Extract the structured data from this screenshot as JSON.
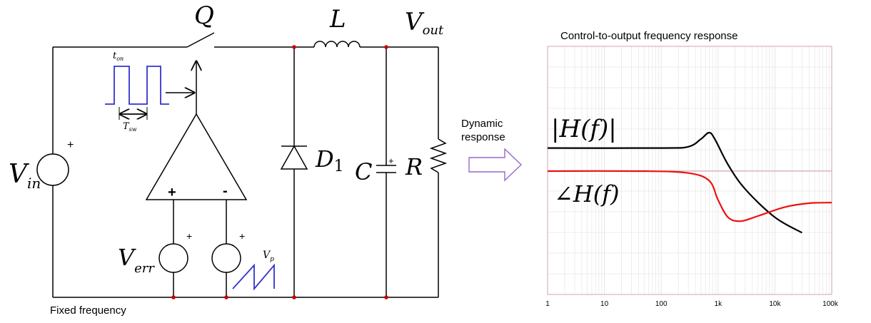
{
  "circuit": {
    "switch_label": "Q",
    "inductor_label": "L",
    "output_label": "V",
    "output_sub": "out",
    "input_label": "V",
    "input_sub": "in",
    "diode_label": "D",
    "diode_sub": "1",
    "capacitor_label": "C",
    "resistor_label": "R",
    "err_label": "V",
    "err_sub": "err",
    "ramp_label": "V",
    "ramp_sub": "p",
    "ton_label": "t",
    "ton_sub": "on",
    "tsw_label": "T",
    "tsw_sub": "sw",
    "plus": "+",
    "amp_plus": "+",
    "amp_minus": "-",
    "footer": "Fixed frequency"
  },
  "arrow": {
    "label_line1": "Dynamic",
    "label_line2": "response"
  },
  "colors": {
    "pulse": "#3333cc",
    "node": "#cc0000",
    "arrow": "#9966cc",
    "phase": "#ee1111",
    "magnitude": "#000000",
    "plot_border": "#d4a0aa",
    "grid": "#e6e6e6"
  },
  "chart_data": {
    "type": "line",
    "title": "Control-to-output frequency response",
    "x_scale": "log",
    "xlim": [
      1,
      100000
    ],
    "x_ticks": [
      "1",
      "10",
      "100",
      "1k",
      "10k",
      "100k"
    ],
    "grid": true,
    "series": [
      {
        "name": "|H(f)|",
        "points": [
          [
            1,
            0.36
          ],
          [
            100,
            0.36
          ],
          [
            300,
            0.38
          ],
          [
            500,
            0.5
          ],
          [
            700,
            0.6
          ],
          [
            900,
            0.48
          ],
          [
            1500,
            0.1
          ],
          [
            3000,
            -0.28
          ],
          [
            10000,
            -0.72
          ],
          [
            30000,
            -0.96
          ]
        ]
      },
      {
        "name": "∠H(f)",
        "points": [
          [
            1,
            0.0
          ],
          [
            50,
            0.0
          ],
          [
            300,
            -0.03
          ],
          [
            700,
            -0.15
          ],
          [
            1000,
            -0.45
          ],
          [
            1500,
            -0.72
          ],
          [
            2500,
            -0.78
          ],
          [
            5000,
            -0.7
          ],
          [
            15000,
            -0.56
          ],
          [
            40000,
            -0.5
          ],
          [
            100000,
            -0.49
          ]
        ]
      }
    ]
  }
}
